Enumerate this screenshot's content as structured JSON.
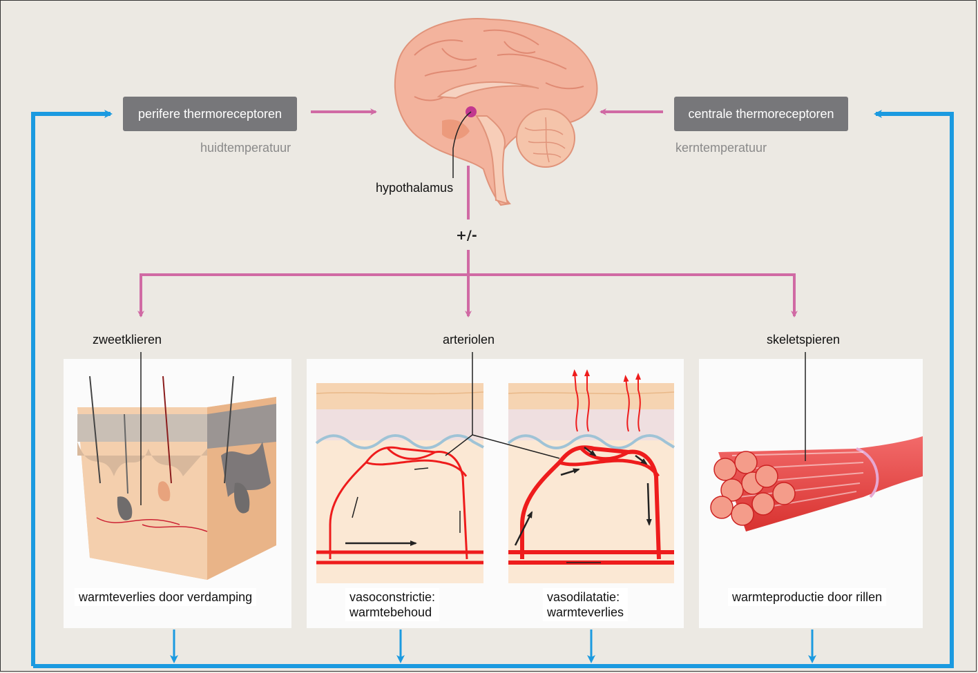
{
  "receptors": {
    "peripheral": "perifere thermoreceptoren",
    "peripheral_sub": "huidtemperatuur",
    "central": "centrale thermoreceptoren",
    "central_sub": "kerntemperatuur"
  },
  "brain": {
    "hypothalamus": "hypothalamus",
    "sign": "+/-"
  },
  "effectors": {
    "sweat": "zweetklieren",
    "arterioles": "arteriolen",
    "muscles": "skeletspieren"
  },
  "captions": {
    "evaporation": "warmteverlies door verdamping",
    "vasoconstriction_1": "vasoconstrictie:",
    "vasoconstriction_2": "warmtebehoud",
    "vasodilation_1": "vasodilatatie:",
    "vasodilation_2": "warmteverlies",
    "shivering": "warmteproductie door rillen"
  },
  "colors": {
    "pink_arrow": "#d06aa4",
    "blue_arrow": "#1b9ae0",
    "vessel": "#ee1c1c",
    "box": "#77777a"
  }
}
